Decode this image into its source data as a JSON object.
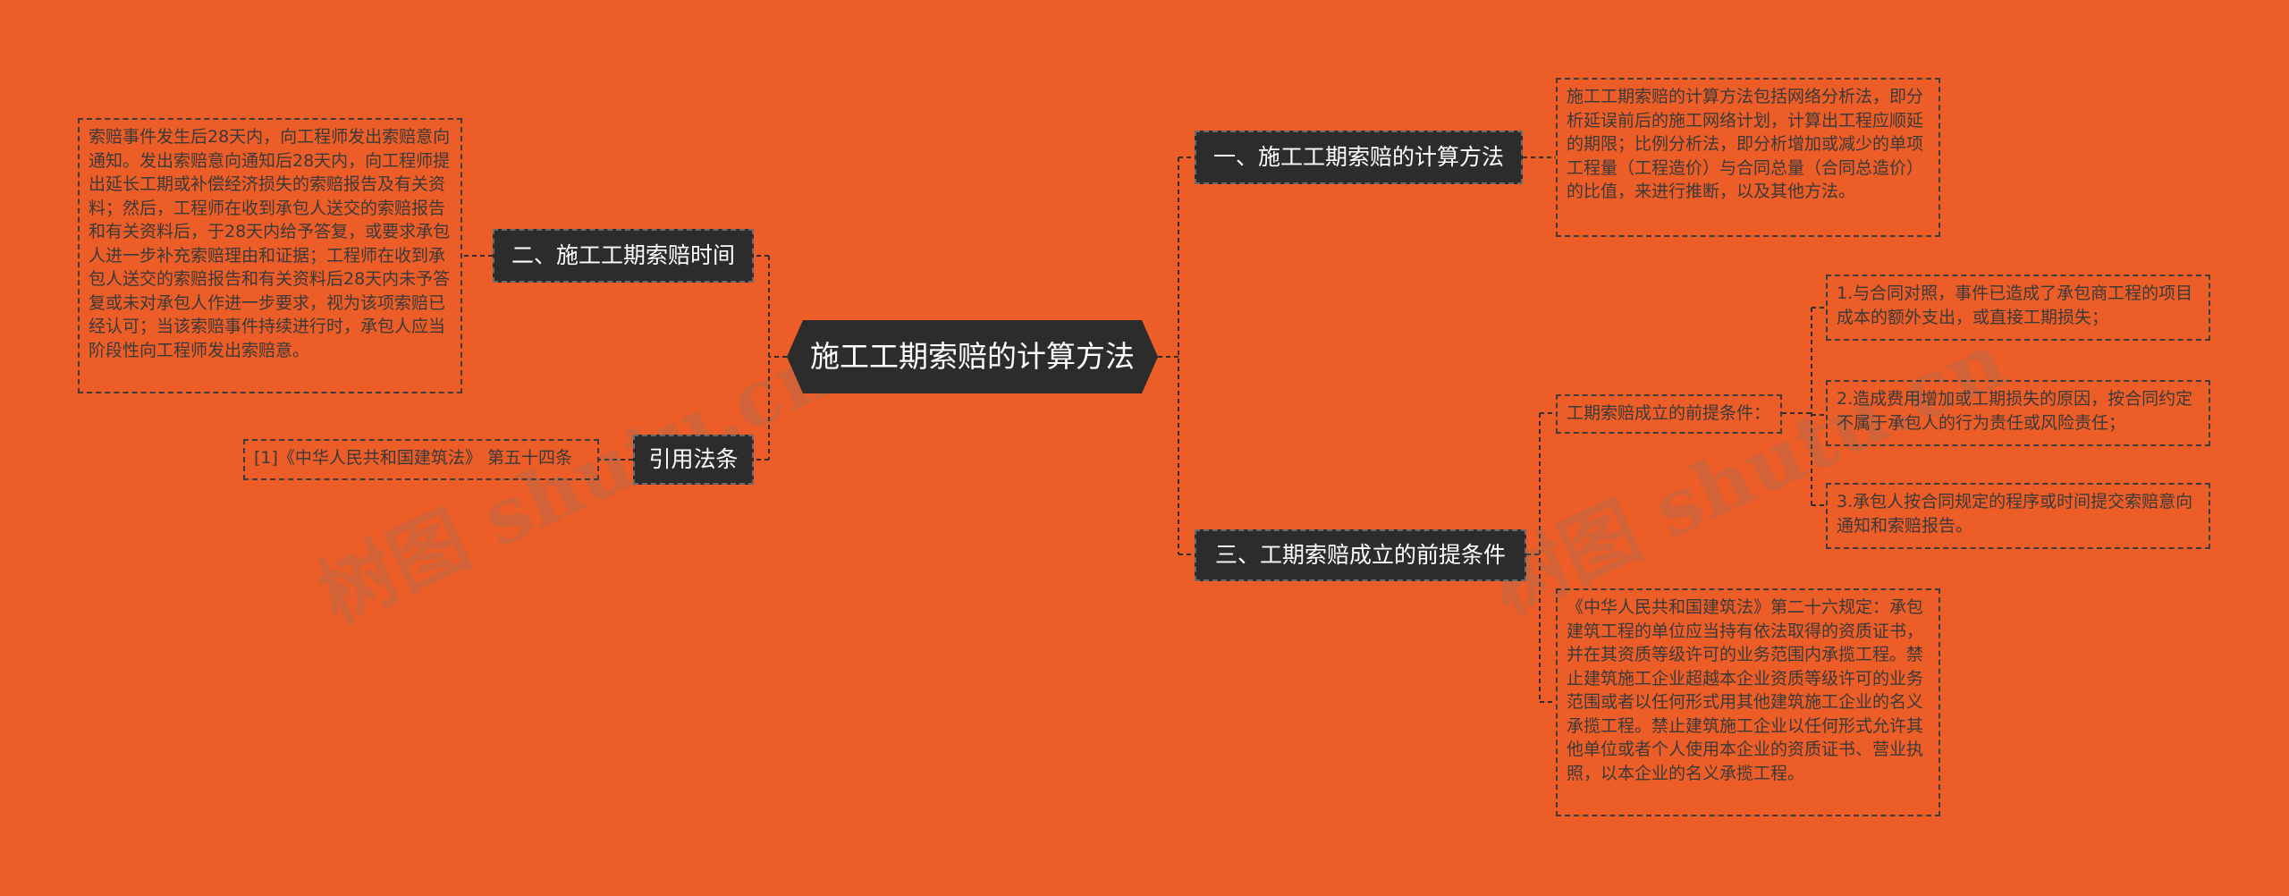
{
  "root": {
    "label": "施工工期索赔的计算方法"
  },
  "branches": {
    "method": {
      "label": "一、施工工期索赔的计算方法",
      "detail": "施工工期索赔的计算方法包括网络分析法，即分析延误前后的施工网络计划，计算出工程应顺延的期限；比例分析法，即分析增加或减少的单项工程量（工程造价）与合同总量（合同总造价）的比值，来进行推断，以及其他方法。"
    },
    "time": {
      "label": "二、施工工期索赔时间",
      "detail": "索赔事件发生后28天内，向工程师发出索赔意向通知。发出索赔意向通知后28天内，向工程师提出延长工期或补偿经济损失的索赔报告及有关资料；然后，工程师在收到承包人送交的索赔报告和有关资料后，于28天内给予答复，或要求承包人进一步补充索赔理由和证据；工程师在收到承包人送交的索赔报告和有关资料后28天内未予答复或未对承包人作进一步要求，视为该项索赔已经认可；当该索赔事件持续进行时，承包人应当阶段性向工程师发出索赔意。"
    },
    "law": {
      "label": "引用法条",
      "detail": "[1]《中华人民共和国建筑法》 第五十四条"
    },
    "conditions": {
      "label": "三、工期索赔成立的前提条件",
      "sub_label": "工期索赔成立的前提条件：",
      "items": [
        "1.与合同对照，事件已造成了承包商工程的项目成本的额外支出，或直接工期损失；",
        "2.造成费用增加或工期损失的原因，按合同约定不属于承包人的行为责任或风险责任；",
        "3.承包人按合同规定的程序或时间提交索赔意向通知和索赔报告。"
      ],
      "law_detail": "《中华人民共和国建筑法》第二十六规定：承包建筑工程的单位应当持有依法取得的资质证书，并在其资质等级许可的业务范围内承揽工程。禁止建筑施工企业超越本企业资质等级许可的业务范围或者以任何形式用其他建筑施工企业的名义承揽工程。禁止建筑施工企业以任何形式允许其他单位或者个人使用本企业的资质证书、营业执照，以本企业的名义承揽工程。"
    }
  },
  "watermark": [
    "树图 shutu.cn",
    "树图 shutu.cn"
  ],
  "colors": {
    "background": "#ec5d27",
    "node": "#2c2c2c",
    "line": "#2f2f2f"
  }
}
